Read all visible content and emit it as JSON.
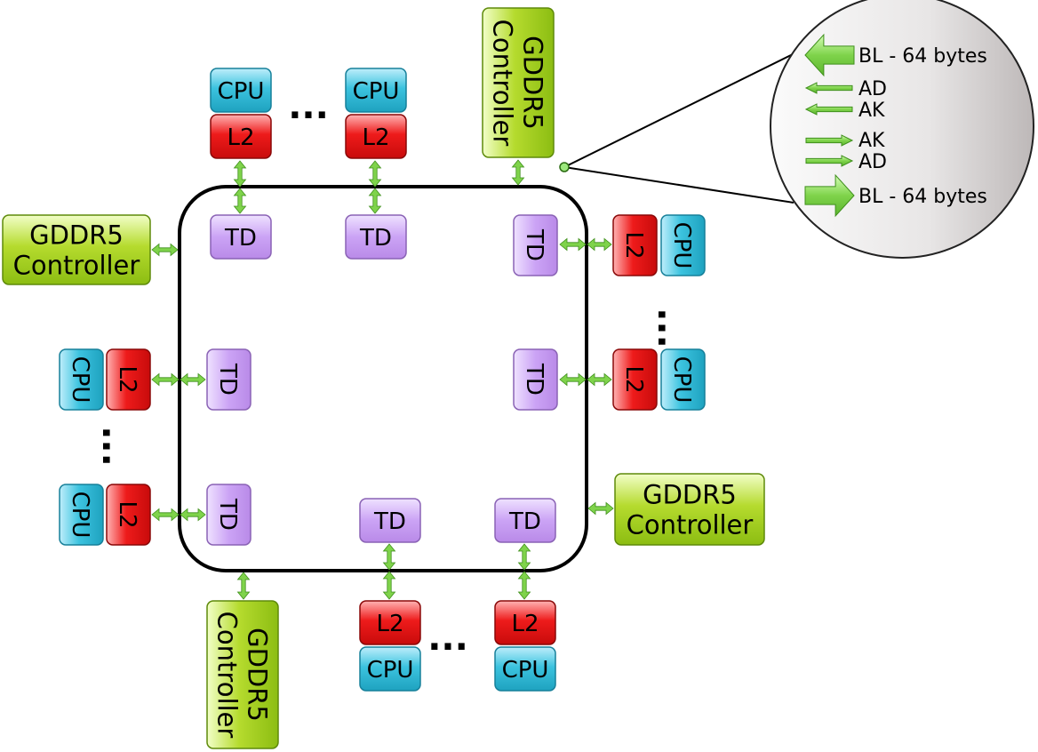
{
  "labels": {
    "cpu": "CPU",
    "l2": "L2",
    "td": "TD",
    "gddr5_line1": "GDDR5",
    "gddr5_line2": "Controller",
    "ellipsis": "..."
  },
  "legend": {
    "bl_left": "BL - 64 bytes",
    "ad_left": "AD",
    "ak_left": "AK",
    "ak_right": "AK",
    "ad_right": "AD",
    "bl_right": "BL - 64 bytes"
  },
  "colors": {
    "cpu": "#2cb6d4",
    "l2": "#e41414",
    "td": "#c79cf2",
    "gddr5": "#a6d11e",
    "arrow": "#7fd34b",
    "ring": "#000000"
  }
}
